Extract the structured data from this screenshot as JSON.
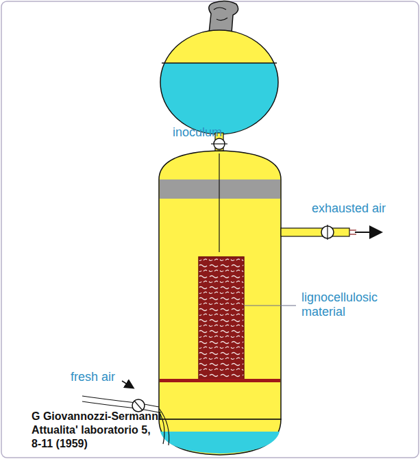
{
  "diagram": {
    "caption": "G Giovannozzi-Sermanni Attualita' laboratorio 5, 8-11 (1959)",
    "labels": [
      "inoculum",
      "exhausted air",
      "lignocellulosic material",
      "fresh air"
    ]
  }
}
